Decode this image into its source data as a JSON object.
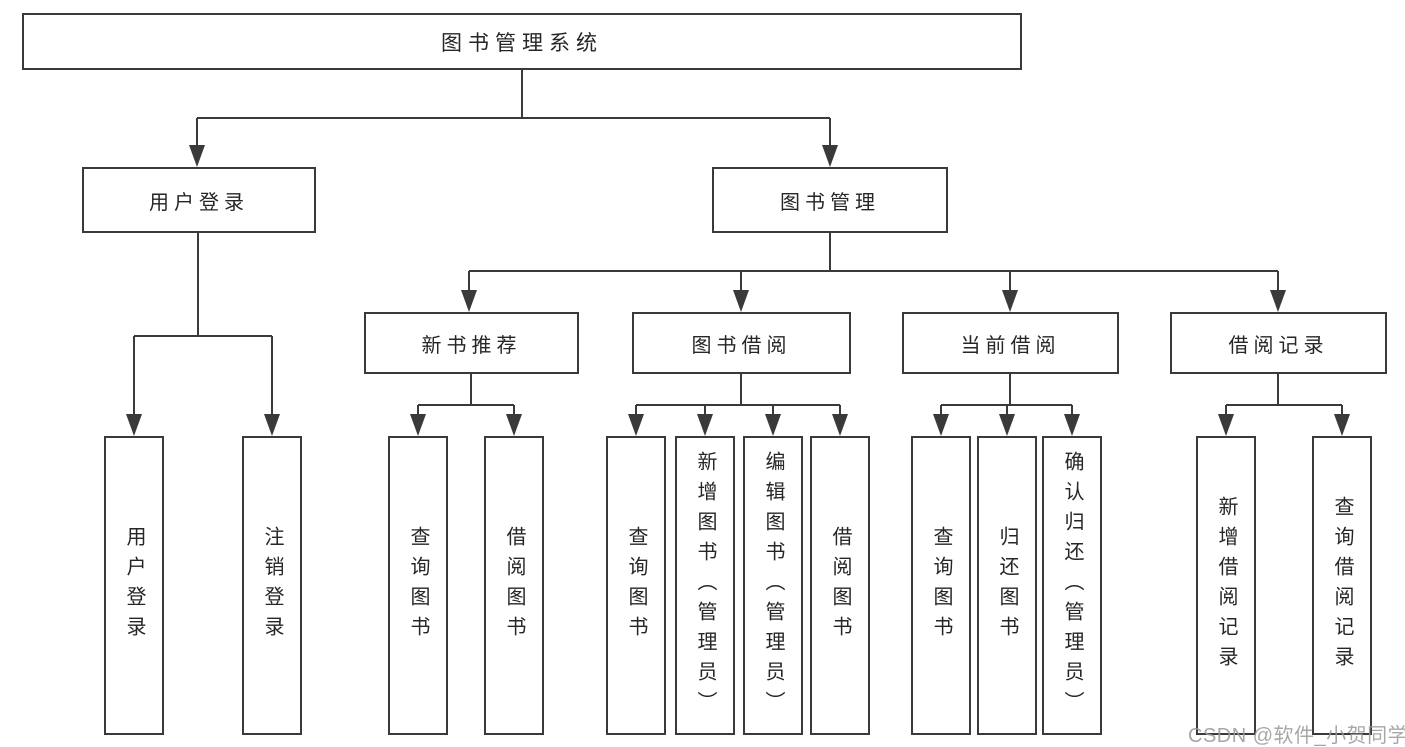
{
  "nodes": {
    "root": "图书管理系统",
    "user_login": "用户登录",
    "book_mgmt": "图书管理",
    "new_books": "新书推荐",
    "borrowing": "图书借阅",
    "current_borrow": "当前借阅",
    "borrow_records": "借阅记录",
    "leaf_user_login": "用户登录",
    "leaf_logout": "注销登录",
    "leaf_nb_query": "查询图书",
    "leaf_nb_borrow": "借阅图书",
    "leaf_bw_query": "查询图书",
    "leaf_bw_add": "新增图书（管理员）",
    "leaf_bw_edit": "编辑图书（管理员）",
    "leaf_bw_borrow": "借阅图书",
    "leaf_cb_query": "查询图书",
    "leaf_cb_return": "归还图书",
    "leaf_cb_confirm": "确认归还（管理员）",
    "leaf_rc_add": "新增借阅记录",
    "leaf_rc_query": "查询借阅记录"
  },
  "watermark": {
    "text": "CSDN @软件_小贺同学"
  },
  "colors": {
    "line": "#3a3a3a",
    "box_border": "#3a3a3a",
    "box_background": "#ffffff",
    "text": "#262626",
    "watermark_text": "#9b9b9b",
    "canvas_background": "#ffffff"
  }
}
